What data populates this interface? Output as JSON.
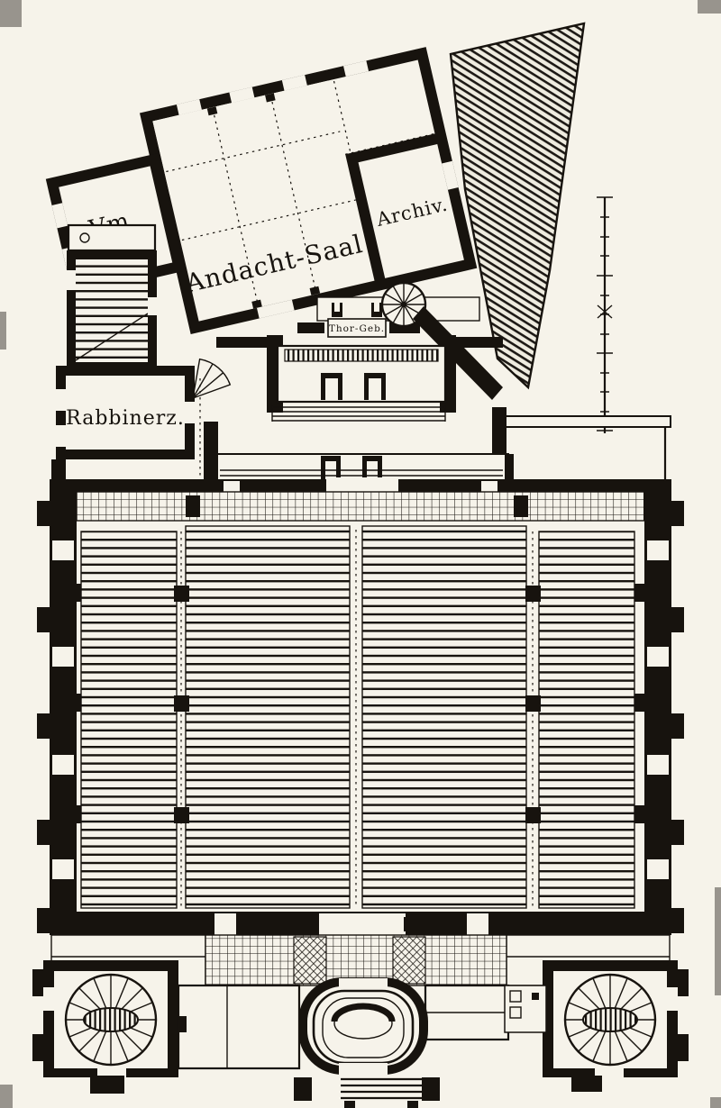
{
  "plan": {
    "rooms": {
      "vm": "Vm.",
      "andacht_saal": "Andacht-Saal",
      "archiv": "Archiv.",
      "rabbinerzimmer": "Rabbinerz.",
      "thor_geb": "Thor-Geb."
    },
    "colors": {
      "paper": "#f6f3ea",
      "ink": "#17130e"
    }
  }
}
